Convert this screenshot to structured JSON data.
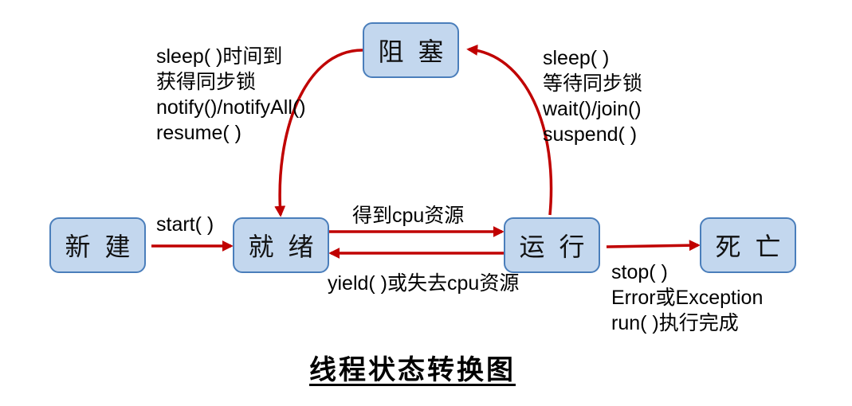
{
  "states": {
    "new": "新建",
    "ready": "就绪",
    "running": "运行",
    "blocked": "阻塞",
    "dead": "死亡"
  },
  "transitions": {
    "new_to_ready": [
      "start( )"
    ],
    "ready_to_running": [
      "得到cpu资源"
    ],
    "running_to_ready": [
      "yield( )或失去cpu资源"
    ],
    "running_to_blocked": [
      "sleep( )",
      "等待同步锁",
      "wait()/join()",
      "suspend( )"
    ],
    "blocked_to_ready": [
      "sleep( )时间到",
      "获得同步锁",
      "notify()/notifyAll()",
      "resume( )"
    ],
    "running_to_dead": [
      "stop( )",
      "Error或Exception",
      "run( )执行完成"
    ]
  },
  "title": "线程状态转换图",
  "colors": {
    "arrow": "#c00000",
    "state_fill": "#c3d7ee",
    "state_border": "#4a7ebb"
  }
}
